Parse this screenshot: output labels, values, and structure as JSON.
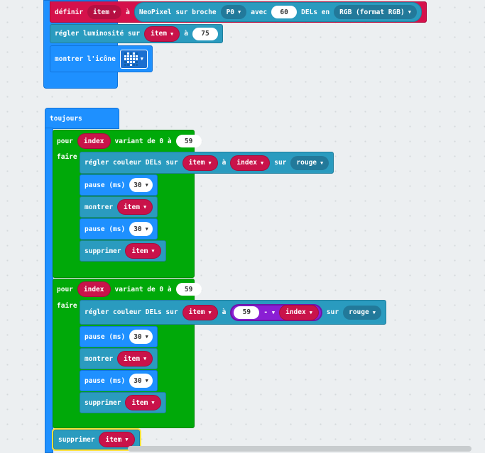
{
  "colors": {
    "neopixel_blue": "#1e90ff",
    "led_teal": "#2a9bbf",
    "loop_green": "#00a909",
    "variable_pink": "#d5114b",
    "math_purple": "#8a1fd4"
  },
  "top": {
    "set_label": "définir",
    "set_var": "item",
    "to_label": "à",
    "neo_label": "NeoPixel sur broche",
    "pin": "P0",
    "with_label": "avec",
    "count": "60",
    "leds_label": "DELs en",
    "mode": "RGB (format RGB)",
    "brightness_label": "régler luminosité sur",
    "brightness_var": "item",
    "brightness_to": "à",
    "brightness_value": "75",
    "show_icon_label": "montrer l'icône",
    "icon_name": "heart-icon"
  },
  "forever": {
    "label": "toujours"
  },
  "loop1": {
    "for_label": "pour",
    "var": "index",
    "range_label": "variant de 0 à",
    "end": "59",
    "do_label": "faire",
    "set_color_label": "régler couleur DELs sur",
    "set_color_var": "item",
    "at_label": "à",
    "at_var": "index",
    "on_label": "sur",
    "color": "rouge",
    "pause1_label": "pause (ms)",
    "pause1_value": "30",
    "show_label": "montrer",
    "show_var": "item",
    "pause2_label": "pause (ms)",
    "pause2_value": "30",
    "clear_label": "supprimer",
    "clear_var": "item"
  },
  "loop2": {
    "for_label": "pour",
    "var": "index",
    "range_label": "variant de 0 à",
    "end": "59",
    "do_label": "faire",
    "set_color_label": "régler couleur DELs sur",
    "set_color_var": "item",
    "at_label": "à",
    "math_left": "59",
    "math_op": "-",
    "math_var": "index",
    "on_label": "sur",
    "color": "rouge",
    "pause1_label": "pause (ms)",
    "pause1_value": "30",
    "show_label": "montrer",
    "show_var": "item",
    "pause2_label": "pause (ms)",
    "pause2_value": "30",
    "clear_label": "supprimer",
    "clear_var": "item"
  },
  "final_clear": {
    "label": "supprimer",
    "var": "item"
  }
}
